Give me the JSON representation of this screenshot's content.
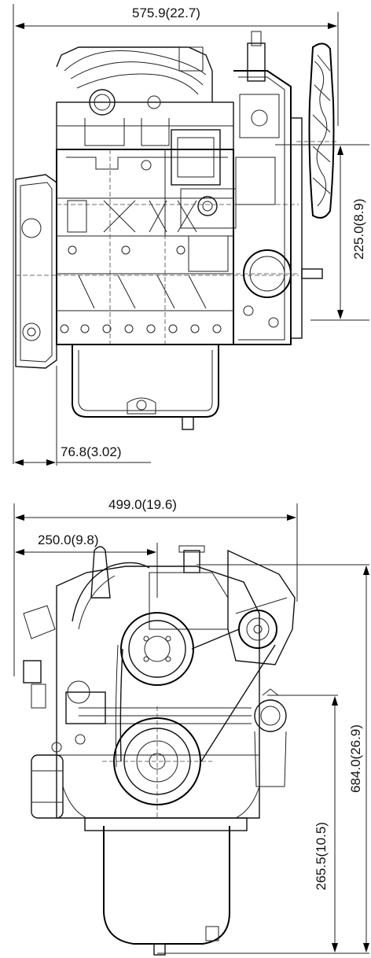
{
  "dimensions": {
    "side_overall_length": "575.9(22.7)",
    "side_fan_offset": "225.0(8.9)",
    "side_flywheel_offset": "76.8(3.02)",
    "front_overall_width": "499.0(19.6)",
    "front_half_width": "250.0(9.8)",
    "front_overall_height": "684.0(26.9)",
    "front_crank_height": "265.5(10.5)"
  }
}
